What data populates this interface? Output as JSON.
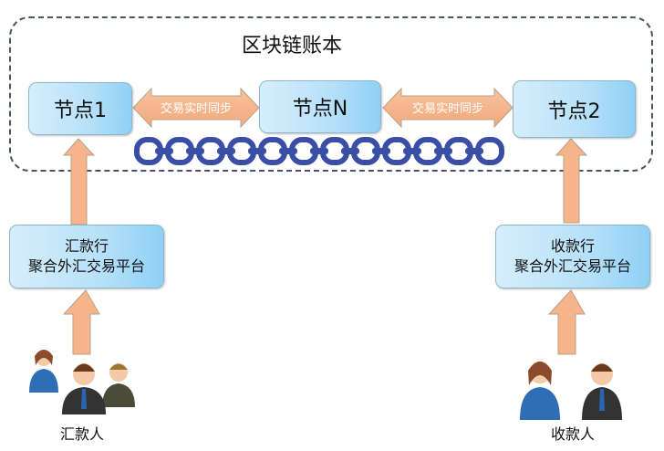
{
  "ledger": {
    "title": "区块链账本"
  },
  "nodes": {
    "node1": "节点1",
    "nodeN": "节点N",
    "node2": "节点2"
  },
  "sync": {
    "left": "交易实时同步",
    "right": "交易实时同步"
  },
  "platforms": {
    "sender": {
      "line1": "汇款行",
      "line2": "聚合外汇交易平台"
    },
    "receiver": {
      "line1": "收款行",
      "line2": "聚合外汇交易平台"
    }
  },
  "people": {
    "sender": "汇款人",
    "receiver": "收款人"
  },
  "colors": {
    "arrow": "#f5b48a",
    "chain": "#3b4ea6",
    "node": "#b6e0f8"
  }
}
